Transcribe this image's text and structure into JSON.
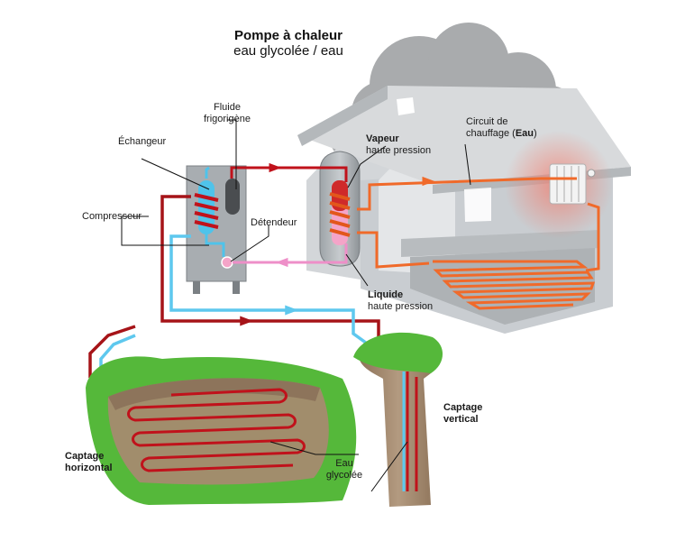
{
  "title": "Pompe à chaleur",
  "subtitle": "eau glycolée / eau",
  "labels": {
    "fluide_line1": "Fluide",
    "fluide_line2": "frigorigène",
    "echangeur": "Échangeur",
    "compresseur": "Compresseur",
    "detendeur": "Détendeur",
    "vapeur_bold": "Vapeur",
    "vapeur_rest": "haute pression",
    "liquide_bold": "Liquide",
    "liquide_rest": "haute pression",
    "circuit_line1": "Circuit de",
    "circuit_line2_pre": "chauffage (",
    "circuit_line2_bold": "Eau",
    "circuit_line2_post": ")",
    "captage_vertical_1": "Captage",
    "captage_vertical_2": "vertical",
    "captage_horizontal_1": "Captage",
    "captage_horizontal_2": "horizontal",
    "eau_glycolee_1": "Eau",
    "eau_glycolee_2": "glycolée"
  },
  "colors": {
    "hot_pipe": "#c0121b",
    "cold_pipe": "#5ec8ee",
    "heating_pipe": "#f06a2a",
    "refrigerant_return": "#ee8fc8",
    "house_wall": "#c9cdd1",
    "roof": "#e4e6e8",
    "cloud": "#a9abad",
    "grass": "#55b83a",
    "soil": "#a58a6f"
  }
}
